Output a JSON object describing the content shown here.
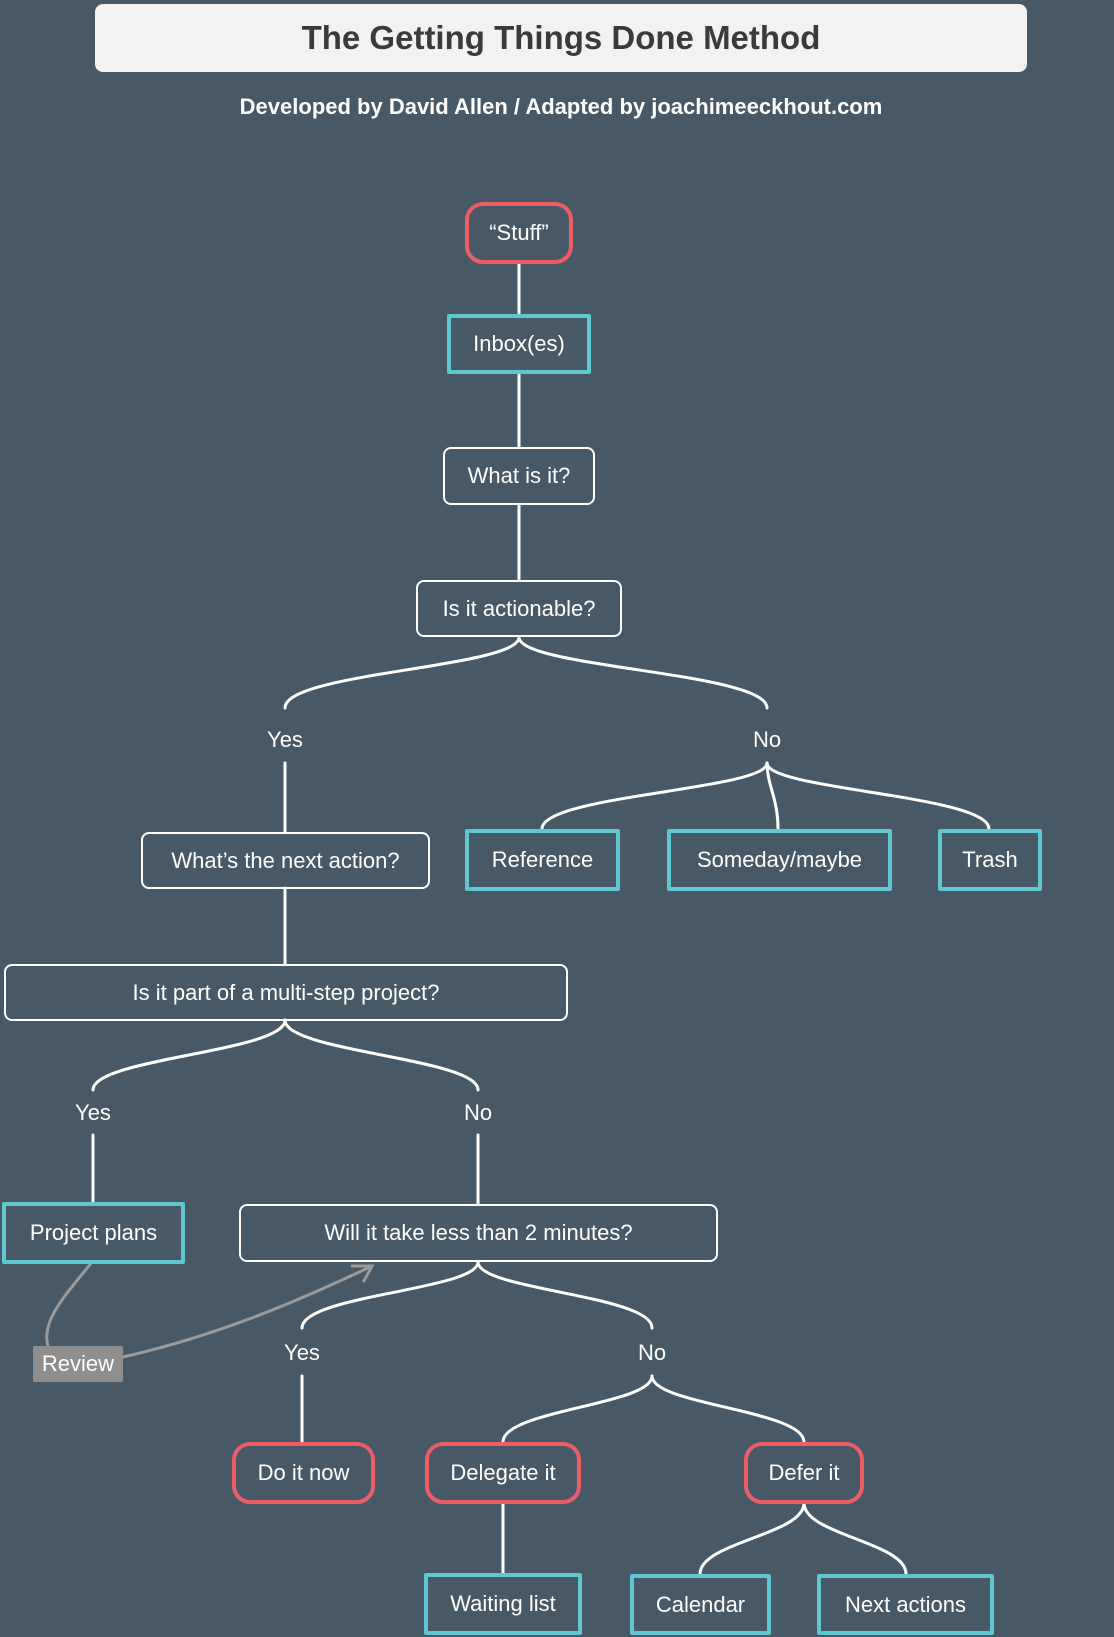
{
  "header": {
    "title": "The Getting Things Done Method",
    "subtitle": "Developed by David Allen / Adapted by joachimeeckhout.com"
  },
  "nodes": {
    "stuff": "“Stuff”",
    "inbox": "Inbox(es)",
    "what_is_it": "What is it?",
    "actionable": "Is it actionable?",
    "next_action": "What’s the next action?",
    "reference": "Reference",
    "someday": "Someday/maybe",
    "trash": "Trash",
    "multi_step": "Is it part of a multi-step project?",
    "project_plans": "Project plans",
    "two_minutes": "Will it take less than 2 minutes?",
    "do_it_now": "Do it now",
    "delegate_it": "Delegate it",
    "defer_it": "Defer it",
    "waiting_list": "Waiting list",
    "calendar": "Calendar",
    "next_actions": "Next actions"
  },
  "labels": {
    "yes": "Yes",
    "no": "No",
    "review": "Review"
  },
  "colors": {
    "background": "#475966",
    "bin_border": "#5ec7cf",
    "action_border": "#ec5d66",
    "question_border": "#ffffff",
    "review_link": "#9a9a9a"
  }
}
